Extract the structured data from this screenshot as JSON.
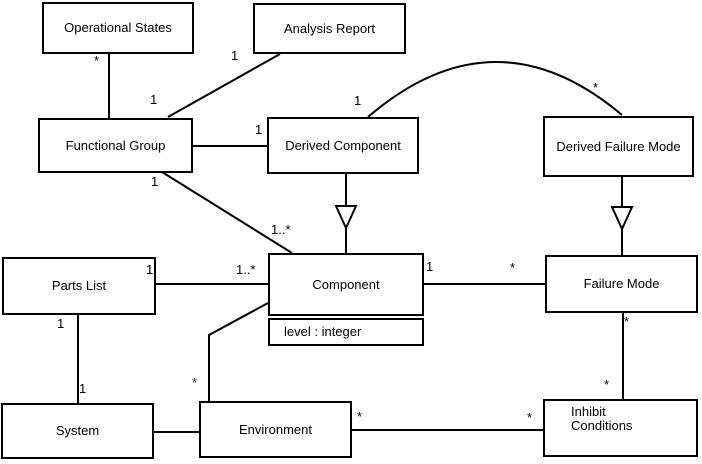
{
  "diagram": {
    "type": "uml-class-diagram",
    "background_color": "#ffffff",
    "line_color": "#000000",
    "nodes": {
      "operational_states": {
        "label": "Operational States"
      },
      "analysis_report": {
        "label": "Analysis Report"
      },
      "functional_group": {
        "label": "Functional Group"
      },
      "derived_component": {
        "label": "Derived Component"
      },
      "derived_failure_mode": {
        "label": "Derived Failure Mode"
      },
      "parts_list": {
        "label": "Parts List"
      },
      "component": {
        "label": "Component",
        "attribute": "level : integer"
      },
      "failure_mode": {
        "label": "Failure Mode"
      },
      "system": {
        "label": "System"
      },
      "environment": {
        "label": "Environment"
      },
      "inhibit_conditions": {
        "label_line1": "Inhibit",
        "label_line2": "Conditions"
      }
    },
    "relationships": [
      {
        "from": "Operational States",
        "to": "Functional Group",
        "type": "association",
        "from_label": "*",
        "to_label": ""
      },
      {
        "from": "Analysis Report",
        "to": "Functional Group",
        "type": "association",
        "from_label": "1",
        "to_label": "1"
      },
      {
        "from": "Functional Group",
        "to": "Derived Component",
        "type": "association",
        "from_label": "",
        "to_label": "1"
      },
      {
        "from": "Derived Component",
        "to": "Derived Failure Mode",
        "type": "association",
        "from_label": "1",
        "to_label": "*"
      },
      {
        "from": "Derived Component",
        "to": "Component",
        "type": "generalization",
        "from_label": "",
        "to_label": ""
      },
      {
        "from": "Derived Failure Mode",
        "to": "Failure Mode",
        "type": "generalization",
        "from_label": "",
        "to_label": ""
      },
      {
        "from": "Functional Group",
        "to": "Component",
        "type": "association",
        "from_label": "1",
        "to_label": "1..*"
      },
      {
        "from": "Parts List",
        "to": "Component",
        "type": "association",
        "from_label": "1",
        "to_label": "1..*"
      },
      {
        "from": "Component",
        "to": "Failure Mode",
        "type": "association",
        "from_label": "1",
        "to_label": "*"
      },
      {
        "from": "Parts List",
        "to": "System",
        "type": "association",
        "from_label": "1",
        "to_label": "1"
      },
      {
        "from": "Component",
        "to": "Environment",
        "type": "association",
        "from_label": "",
        "to_label": "*"
      },
      {
        "from": "System",
        "to": "Environment",
        "type": "association",
        "from_label": "",
        "to_label": ""
      },
      {
        "from": "Failure Mode",
        "to": "Inhibit Conditions",
        "type": "association",
        "from_label": "*",
        "to_label": "*"
      },
      {
        "from": "Environment",
        "to": "Inhibit Conditions",
        "type": "association",
        "from_label": "*",
        "to_label": "*"
      }
    ]
  }
}
